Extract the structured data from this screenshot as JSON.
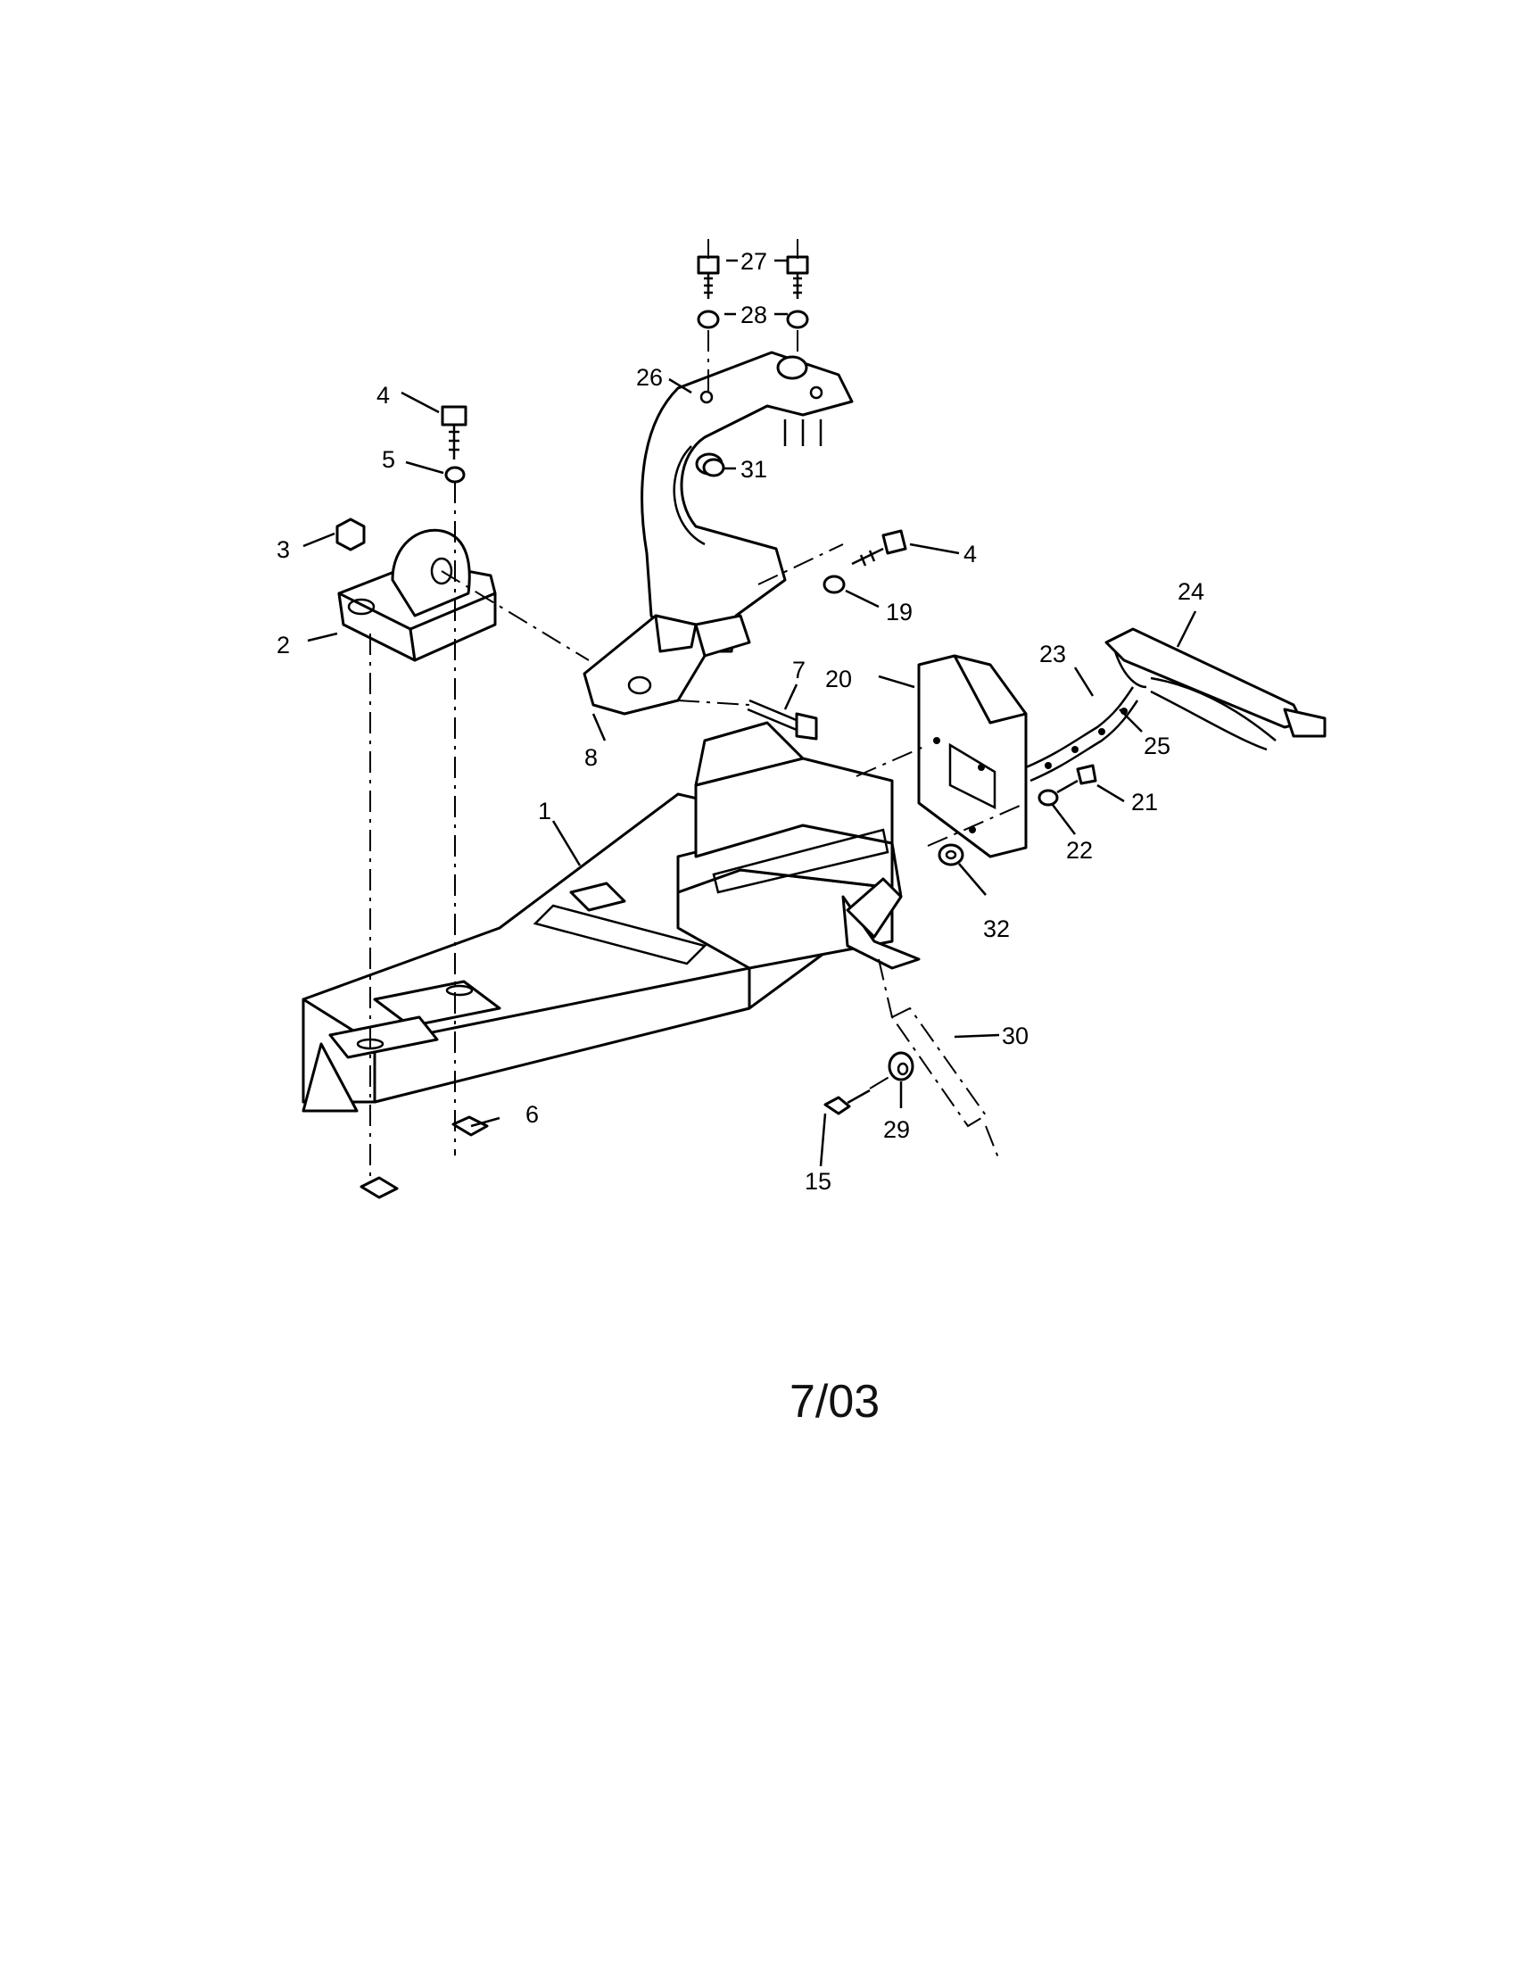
{
  "callouts": {
    "c1": "1",
    "c2": "2",
    "c3": "3",
    "c4a": "4",
    "c4b": "4",
    "c5": "5",
    "c6": "6",
    "c7": "7",
    "c8": "8",
    "c15": "15",
    "c19": "19",
    "c20": "20",
    "c21": "21",
    "c22": "22",
    "c23": "23",
    "c24": "24",
    "c25": "25",
    "c26": "26",
    "c27": "27",
    "c28": "28",
    "c29": "29",
    "c30": "30",
    "c31": "31",
    "c32": "32"
  },
  "footer": {
    "date": "7/03"
  }
}
